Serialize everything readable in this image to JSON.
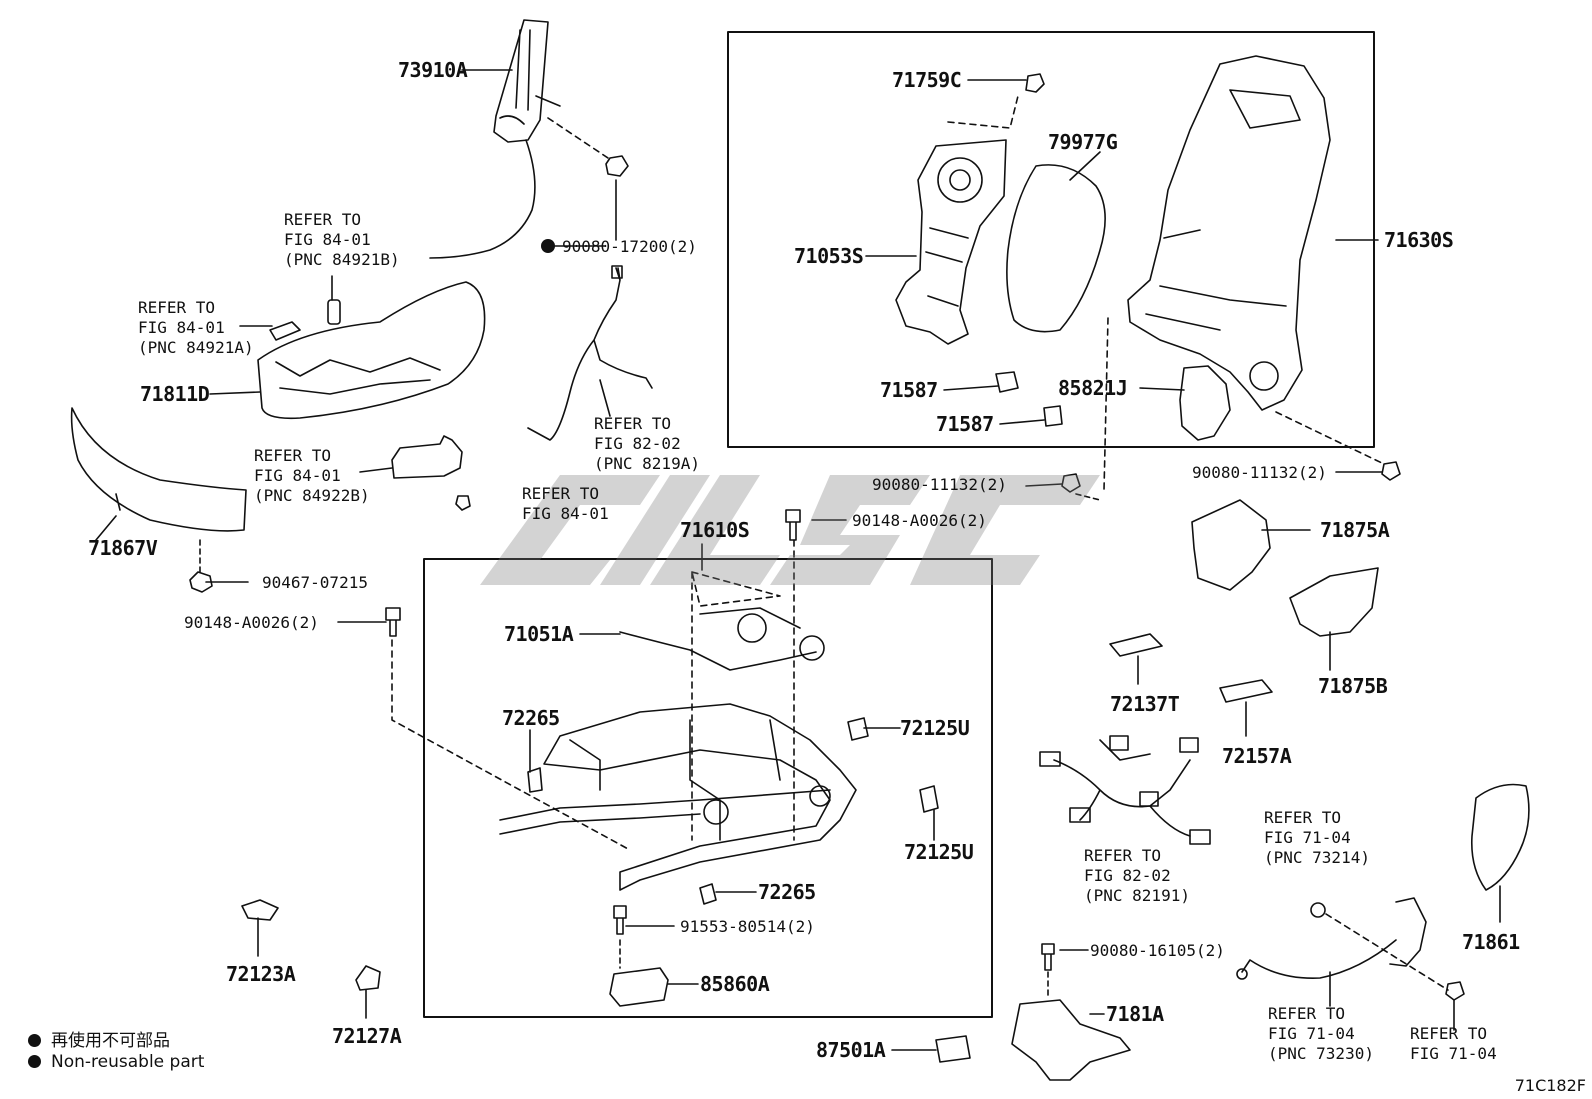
{
  "watermark": "",
  "diagram_code": "71C182F",
  "legend": {
    "jp": "再使用不可部品",
    "en": "Non-reusable part"
  },
  "parts": {
    "p73910A": "73910A",
    "p71811D": "71811D",
    "p71867V": "71867V",
    "p71759C": "71759C",
    "p79977G": "79977G",
    "p71053S": "71053S",
    "p71630S": "71630S",
    "p71587a": "71587",
    "p71587b": "71587",
    "p85821J": "85821J",
    "p71610S": "71610S",
    "p71051A": "71051A",
    "p72265a": "72265",
    "p72265b": "72265",
    "p72125Ua": "72125U",
    "p72125Ub": "72125U",
    "p85860A": "85860A",
    "p72123A": "72123A",
    "p72127A": "72127A",
    "p71875A": "71875A",
    "p71875B": "71875B",
    "p72137T": "72137T",
    "p72157A": "72157A",
    "p71861": "71861",
    "p7181A": "7181A",
    "p87501A": "87501A"
  },
  "bolts": {
    "b90080_17200": "90080-17200(2)",
    "b90080_11132a": "90080-11132(2)",
    "b90080_11132b": "90080-11132(2)",
    "b90148_A0026a": "90148-A0026(2)",
    "b90148_A0026b": "90148-A0026(2)",
    "b90467_07215": "90467-07215",
    "b91553_80514": "91553-80514(2)",
    "b90080_16105": "90080-16105(2)"
  },
  "refs": {
    "r1": "REFER TO\nFIG 84-01\n(PNC 84921B)",
    "r2": "REFER TO\nFIG 84-01\n(PNC 84921A)",
    "r3": "REFER TO\nFIG 84-01\n(PNC 84922B)",
    "r4": "REFER TO\nFIG 84-01",
    "r5": "REFER TO\nFIG 82-02\n(PNC 8219A)",
    "r6": "REFER TO\nFIG 82-02\n(PNC 82191)",
    "r7": "REFER TO\nFIG 71-04\n(PNC 73214)",
    "r8": "REFER TO\nFIG 71-04\n(PNC 73230)",
    "r9": "REFER TO\nFIG 71-04"
  }
}
